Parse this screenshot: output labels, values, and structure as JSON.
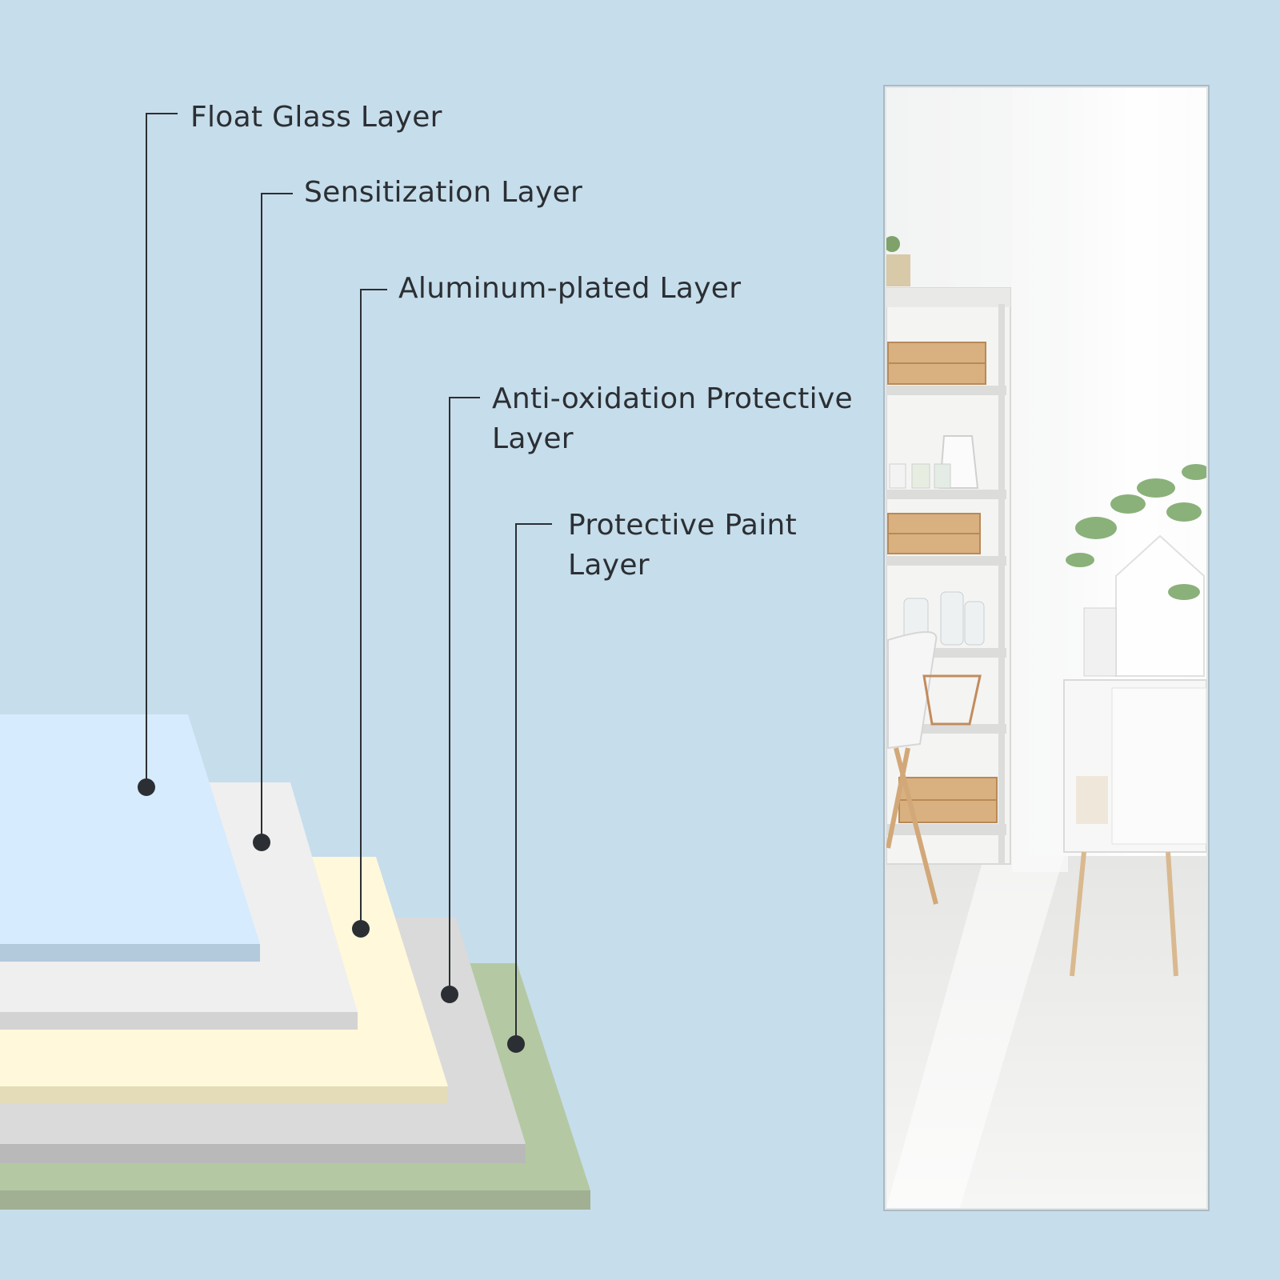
{
  "layers": [
    {
      "name": "float-glass-layer",
      "lines": [
        "Float Glass Layer"
      ],
      "colors": {
        "top": "#d6ebfd",
        "edge": "#b3c9dc"
      }
    },
    {
      "name": "sensitization-layer",
      "lines": [
        "Sensitization Layer"
      ],
      "colors": {
        "top": "#efefef",
        "edge": "#d3d3d3"
      }
    },
    {
      "name": "aluminum-plated-layer",
      "lines": [
        "Aluminum-plated Layer"
      ],
      "colors": {
        "top": "#fff8da",
        "edge": "#e4dcb8"
      }
    },
    {
      "name": "anti-oxidation-protective-layer",
      "lines": [
        "Anti-oxidation Protective",
        "Layer"
      ],
      "colors": {
        "top": "#dadada",
        "edge": "#b9b9b9"
      }
    },
    {
      "name": "protective-paint-layer",
      "lines": [
        "Protective Paint",
        "Layer"
      ],
      "colors": {
        "top": "#b4c9a3",
        "edge": "#a1b093"
      }
    }
  ],
  "colors": {
    "background": "#c6ddeb",
    "leader": "#2b2f33",
    "mirror_frame": "#dfe7ec"
  }
}
